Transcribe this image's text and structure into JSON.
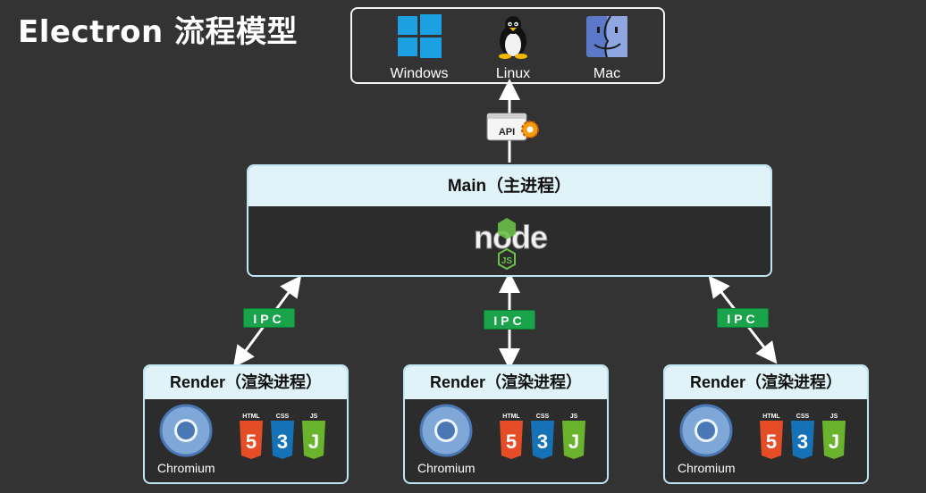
{
  "title": "Electron 流程模型",
  "os": {
    "windows": "Windows",
    "linux": "Linux",
    "mac": "Mac"
  },
  "api_label": "API",
  "main": {
    "title": "Main（主进程）",
    "logo_text": "node",
    "logo_badge": "JS"
  },
  "ipc_label": "IPC",
  "renders": [
    {
      "title": "Render（渲染进程）",
      "engine": "Chromium"
    },
    {
      "title": "Render（渲染进程）",
      "engine": "Chromium"
    },
    {
      "title": "Render（渲染进程）",
      "engine": "Chromium"
    }
  ],
  "web_tech": [
    "HTML",
    "CSS",
    "JS"
  ],
  "colors": {
    "background": "#333333",
    "box_header": "#dff3f9",
    "ipc_green": "#1aa34a",
    "windows_blue": "#1ba1e2",
    "html_orange": "#e44d26",
    "css_blue": "#1572b6",
    "js_green": "#6ab42d",
    "node_green": "#6cbf47"
  }
}
